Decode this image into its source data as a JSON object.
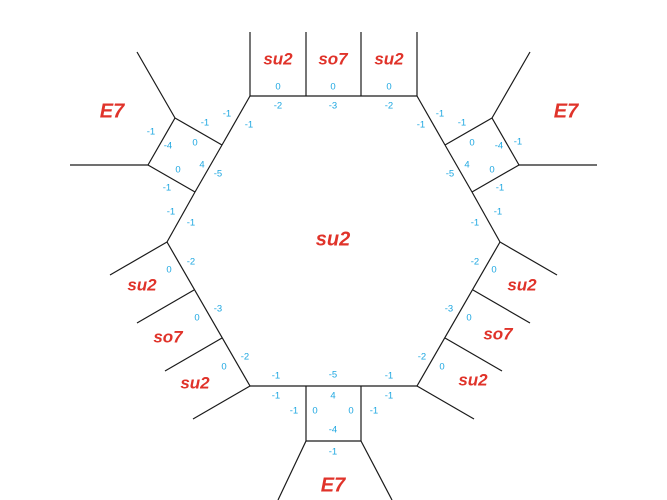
{
  "diagram": {
    "gauge_labels": {
      "center": "su2",
      "top_left": "su2",
      "top_mid": "so7",
      "top_right": "su2",
      "left_top": "su2",
      "left_mid": "so7",
      "left_bot": "su2",
      "right_top": "su2",
      "right_mid": "so7",
      "right_bot": "su2",
      "corner_left": "E7",
      "corner_right": "E7",
      "corner_bottom": "E7"
    },
    "numbers": {
      "t1": "0",
      "t2": "0",
      "t3": "0",
      "t4": "-2",
      "t5": "-3",
      "t6": "-2",
      "ul1": "-1",
      "ul2": "-1",
      "ul3": "-1",
      "ul4": "0",
      "ul5": "-1",
      "ul6": "-4",
      "ul7": "0",
      "ul8": "4",
      "ul9": "-5",
      "ul10": "-1",
      "ul11": "-1",
      "ul12": "-1",
      "ur1": "-1",
      "ur2": "-1",
      "ur3": "-1",
      "ur4": "0",
      "ur5": "-4",
      "ur6": "-1",
      "ur7": "4",
      "ur8": "0",
      "ur9": "-5",
      "ur10": "-1",
      "ur11": "-1",
      "ur12": "-1",
      "l1": "0",
      "l2": "-2",
      "l3": "0",
      "l4": "-3",
      "l5": "0",
      "l6": "-2",
      "r1": "-2",
      "r2": "0",
      "r3": "-3",
      "r4": "0",
      "r5": "-2",
      "r6": "0",
      "b1": "-5",
      "b2": "4",
      "b3": "0",
      "b4": "0",
      "b5": "-4",
      "b6": "-1",
      "b7": "-1",
      "b8": "-1",
      "b9": "-1",
      "b10": "-1",
      "b11": "-1",
      "b12": "-1"
    }
  }
}
